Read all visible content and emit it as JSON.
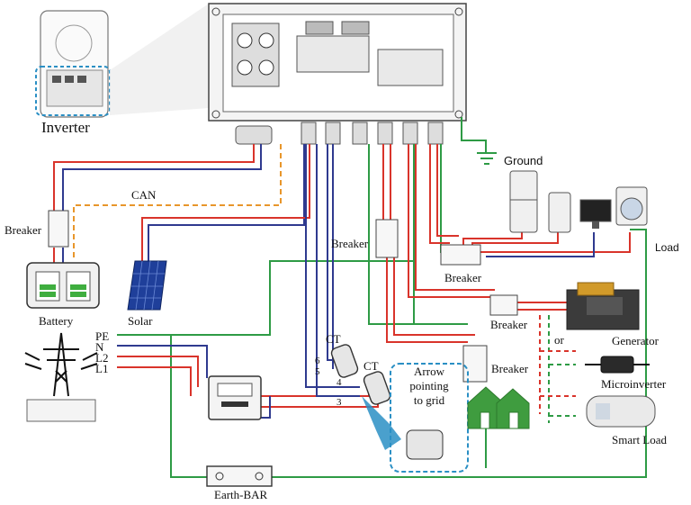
{
  "labels": {
    "inverter": "Inverter",
    "can": "CAN",
    "ground": "Ground",
    "load": "Load",
    "breaker_battery": "Breaker",
    "breaker_top": "Breaker",
    "breaker_load": "Breaker",
    "breaker_gen": "Breaker",
    "breaker_house": "Breaker",
    "battery": "Battery",
    "solar": "Solar",
    "pe": "PE",
    "n": "N",
    "l2": "L2",
    "l1": "L1",
    "ct_left": "CT",
    "ct_right": "CT",
    "wire_6": "6",
    "wire_5": "5",
    "wire_4": "4",
    "wire_3": "3",
    "arrow_line1": "Arrow",
    "arrow_line2": "pointing",
    "arrow_line3": "to grid",
    "generator": "Generator",
    "or": "or",
    "microinverter": "Microinverter",
    "smart_load": "Smart Load",
    "earth_bar": "Earth-BAR"
  },
  "colors": {
    "red": "#d9342b",
    "blue": "#2f3a8f",
    "green": "#2e9b45",
    "orange": "#e8962b",
    "gray": "#6b6b6b",
    "highlight": "#2a8fc4"
  }
}
